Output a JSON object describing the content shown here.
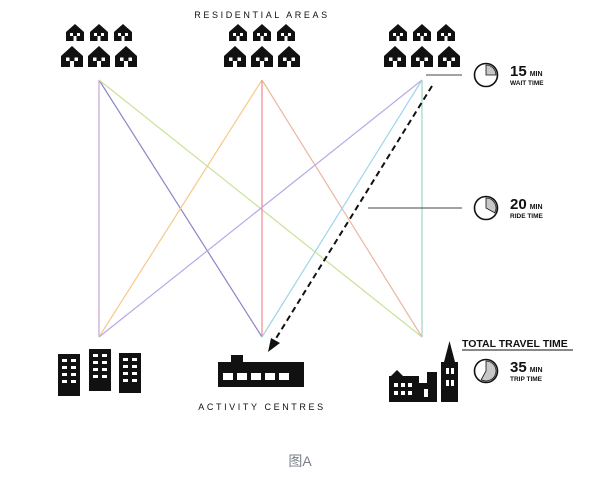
{
  "labels": {
    "residential": "RESIDENTIAL AREAS",
    "activity": "ACTIVITY CENTRES",
    "total_travel": "TOTAL TRAVEL TIME",
    "caption": "图A"
  },
  "timers": [
    {
      "value": "15",
      "unit": "MIN",
      "label": "WAIT TIME",
      "fraction": 0.25
    },
    {
      "value": "20",
      "unit": "MIN",
      "label": "RIDE TIME",
      "fraction": 0.33
    },
    {
      "value": "35",
      "unit": "MIN",
      "label": "TRIP TIME",
      "fraction": 0.58
    }
  ],
  "colors": {
    "ink": "#111111",
    "line_1": "#c9a3d6",
    "line_2": "#8d84c8",
    "line_3": "#c8e29a",
    "line_4": "#f6c98a",
    "line_5": "#f08a8a",
    "line_6": "#e9b7a0",
    "line_7": "#b9a8e6",
    "line_8": "#9ed4ec",
    "line_9": "#9fd5c0",
    "caption": "#7a8088"
  }
}
